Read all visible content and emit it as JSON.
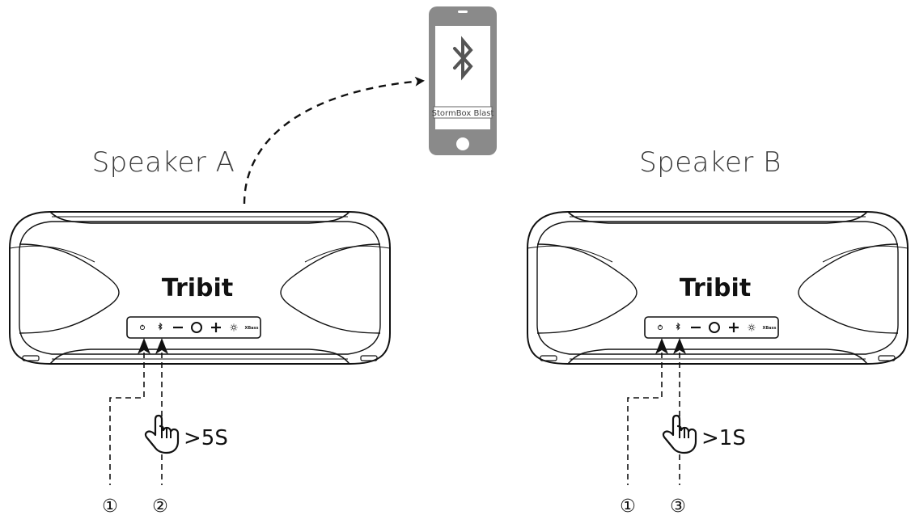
{
  "phone": {
    "label": "StormBox Blast",
    "icon": "bluetooth-icon"
  },
  "speakers": [
    {
      "name": "Speaker A",
      "brand": "Tribit",
      "press_duration": ">5S",
      "steps": [
        "①",
        "②"
      ],
      "pairing_arrow": true
    },
    {
      "name": "Speaker B",
      "brand": "Tribit",
      "press_duration": ">1S",
      "steps": [
        "①",
        "③"
      ],
      "pairing_arrow": false
    }
  ],
  "control_panel": {
    "buttons": [
      "power-icon",
      "bluetooth-icon",
      "volume-down-icon",
      "play-pause-icon",
      "volume-up-icon",
      "light-icon"
    ],
    "xbass_label": "XBass"
  },
  "colors": {
    "line": "#111111",
    "phone_body": "#8a8a8a",
    "phone_screen": "#ffffff",
    "label_text": "#3a3a3a"
  }
}
